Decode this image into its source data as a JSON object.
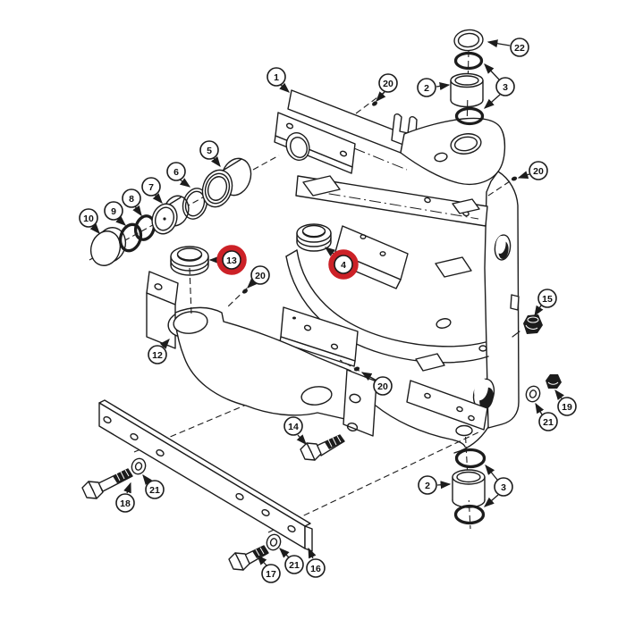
{
  "diagram": {
    "background": "#ffffff",
    "line_color": "#1c1c1c",
    "highlight_color": "#cc2127"
  },
  "callouts": [
    {
      "label": "22",
      "highlighted": false
    },
    {
      "label": "2",
      "highlighted": false
    },
    {
      "label": "3",
      "highlighted": false
    },
    {
      "label": "1",
      "highlighted": false
    },
    {
      "label": "20",
      "highlighted": false
    },
    {
      "label": "20",
      "highlighted": false
    },
    {
      "label": "5",
      "highlighted": false
    },
    {
      "label": "6",
      "highlighted": false
    },
    {
      "label": "7",
      "highlighted": false
    },
    {
      "label": "8",
      "highlighted": false
    },
    {
      "label": "9",
      "highlighted": false
    },
    {
      "label": "10",
      "highlighted": false
    },
    {
      "label": "13",
      "highlighted": true
    },
    {
      "label": "4",
      "highlighted": true
    },
    {
      "label": "20",
      "highlighted": false
    },
    {
      "label": "12",
      "highlighted": false
    },
    {
      "label": "15",
      "highlighted": false
    },
    {
      "label": "19",
      "highlighted": false
    },
    {
      "label": "21",
      "highlighted": false
    },
    {
      "label": "20",
      "highlighted": false
    },
    {
      "label": "14",
      "highlighted": false
    },
    {
      "label": "18",
      "highlighted": false
    },
    {
      "label": "21",
      "highlighted": false
    },
    {
      "label": "17",
      "highlighted": false
    },
    {
      "label": "21",
      "highlighted": false
    },
    {
      "label": "16",
      "highlighted": false
    },
    {
      "label": "2",
      "highlighted": false
    },
    {
      "label": "3",
      "highlighted": false
    }
  ]
}
